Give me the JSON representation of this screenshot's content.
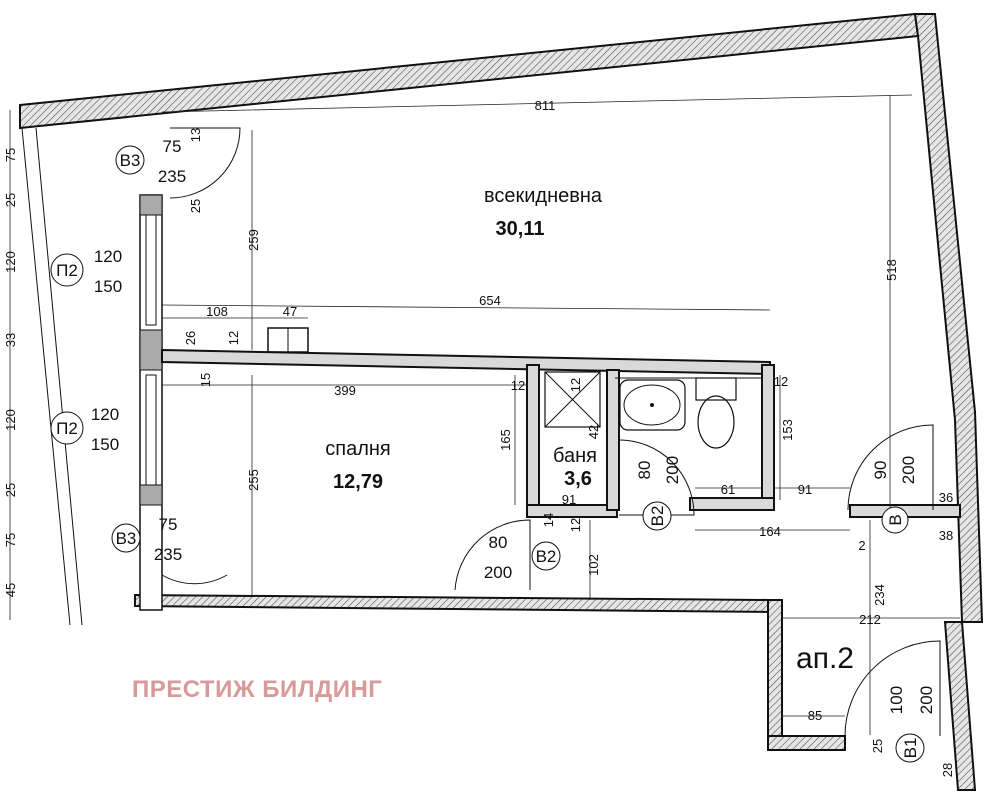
{
  "rooms": {
    "living": {
      "name": "всекидневна",
      "area": "30,11"
    },
    "bedroom": {
      "name": "спалня",
      "area": "12,79"
    },
    "bath": {
      "name": "баня",
      "area": "3,6"
    }
  },
  "apartment_label": "ап.2",
  "brand": "ПРЕСТИЖ БИЛДИНГ",
  "doors": {
    "v3_top": {
      "tag": "В3",
      "width": "75",
      "height": "235"
    },
    "v3_bottom": {
      "tag": "В3",
      "width": "75",
      "height": "235"
    },
    "p2_top": {
      "tag": "П2",
      "width": "120",
      "height": "150"
    },
    "p2_bottom": {
      "tag": "П2",
      "width": "120",
      "height": "150"
    },
    "b2_bed": {
      "tag": "В2",
      "width": "80",
      "height": "200"
    },
    "b2_bath": {
      "tag": "В2",
      "width": "80",
      "height": "200"
    },
    "v_entry": {
      "tag": "В",
      "width": "90",
      "height": "200"
    },
    "v1": {
      "tag": "В1",
      "width": "100",
      "height": "200"
    }
  },
  "dimensions": {
    "top_wall": "811",
    "interior_width": "654",
    "right_height": "518",
    "living_height": "259",
    "bed_height": "255",
    "bed_width": "399",
    "d108": "108",
    "d47": "47",
    "d12a": "12",
    "d26": "26",
    "d15": "15",
    "d12b": "12",
    "d12c": "12",
    "d12d": "12",
    "d12e": "12",
    "d165": "165",
    "d153": "153",
    "d91a": "91",
    "d91b": "91",
    "d61": "61",
    "d164": "164",
    "d36": "36",
    "d38": "38",
    "d102": "102",
    "d212": "212",
    "d234": "234",
    "d85": "85",
    "d25a": "25",
    "d28": "28",
    "d13": "13",
    "d25b": "25",
    "d14": "14",
    "d42": "42",
    "d2": "2",
    "left_75a": "75",
    "left_25a": "25",
    "left_120a": "120",
    "left_33": "33",
    "left_120b": "120",
    "left_25b": "25",
    "left_75b": "75",
    "left_45": "45"
  }
}
